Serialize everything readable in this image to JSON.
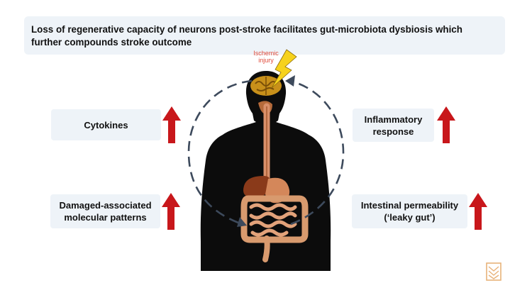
{
  "title": {
    "line1": "Loss of regenerative capacity of neurons post-stroke facilitates gut-microbiota dysbiosis which",
    "line2": "further compounds stroke outcome"
  },
  "ischemic_label": {
    "line1": "Ischemic",
    "line2": "injury"
  },
  "factors": {
    "cytokines": {
      "line1": "Cytokines",
      "trend": "up"
    },
    "inflammatory": {
      "line1": "Inflammatory",
      "line2": "response",
      "trend": "up"
    },
    "damps": {
      "line1": "Damaged-associated",
      "line2": "molecular patterns",
      "trend": "up"
    },
    "permeability": {
      "line1": "Intestinal permeability",
      "line2": "(‘leaky gut’)",
      "trend": "up"
    }
  },
  "icons": {
    "up_arrow": "red-up-arrow-icon",
    "lightning": "lightning-bolt-icon",
    "logo": "watermark-logo-icon"
  },
  "colors": {
    "panel_bg": "#eef3f8",
    "arrow_red": "#c8171b",
    "silhouette": "#0c0c0c",
    "cycle_dash": "#3d4a5c",
    "brain": "#c8901a",
    "lightning": "#f6d21c",
    "ischemic_text": "#e04a3a"
  }
}
